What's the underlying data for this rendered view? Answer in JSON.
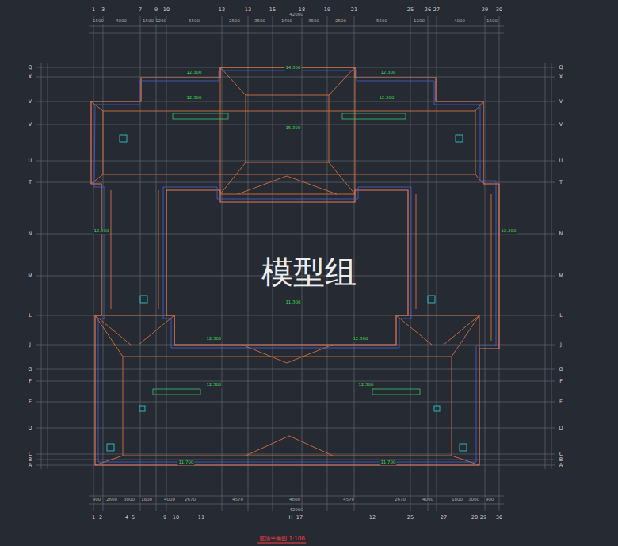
{
  "diagram": {
    "caption": "屋顶平面图 1:100",
    "labels": [
      "1",
      "3",
      "7",
      "9",
      "10",
      "12",
      "13",
      "15",
      "18",
      "19",
      "21",
      "25",
      "26",
      "27",
      "29",
      "30",
      "1",
      "2",
      "4",
      "5",
      "9",
      "10",
      "11",
      "H",
      "17",
      "12",
      "25",
      "27",
      "28",
      "29",
      "30",
      "Q",
      "X",
      "V",
      "V",
      "U",
      "T",
      "N",
      "M",
      "L",
      "J",
      "G",
      "F",
      "E",
      "D",
      "C",
      "B",
      "A",
      "Q",
      "X",
      "V",
      "V",
      "U",
      "T",
      "N",
      "M",
      "L",
      "J",
      "G",
      "F",
      "E",
      "D",
      "C",
      "B",
      "A",
      "42000",
      "1500",
      "4000",
      "1500",
      "1200",
      "5500",
      "2500",
      "3500",
      "1400",
      "3500",
      "2500",
      "5500",
      "1200",
      "4000",
      "1500",
      "42000",
      "900",
      "2600",
      "3000",
      "1800",
      "4000",
      "2670",
      "4570",
      "4600",
      "4570",
      "2670",
      "4000",
      "1800",
      "3000",
      "900",
      "12.300",
      "12.300",
      "14.300",
      "12.300",
      "12.300",
      "15.300",
      "11.300",
      "12.300",
      "12.300",
      "12.300",
      "12.300",
      "11.700",
      "11.700",
      "12.300",
      "12.300",
      "模型组"
    ]
  }
}
